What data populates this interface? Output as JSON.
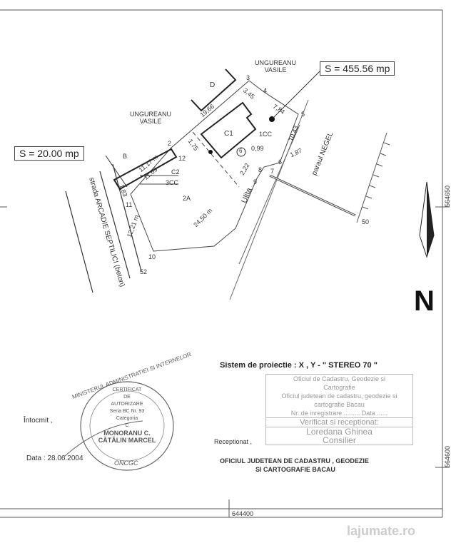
{
  "plan": {
    "area_main": "S = 455.56 mp",
    "area_small": "S = 20.00 mp",
    "neighbors": [
      {
        "name": "UNGUREANU",
        "sub": "VASILE"
      },
      {
        "name": "UNGUREANU",
        "sub": "VASILE"
      }
    ],
    "street": "strada ARCADIE SEPTILICI (beton)",
    "lane": "Ulita",
    "stream": "paraul NEGEL",
    "buildings": [
      "D",
      "C1",
      "1CC",
      "B",
      "C2",
      "3CC",
      "2A"
    ],
    "parcel_number": "6",
    "points": [
      "2",
      "3",
      "4",
      "5",
      "6",
      "7",
      "8",
      "9",
      "10",
      "11",
      "12",
      "50",
      "52"
    ],
    "distances": [
      "3,45",
      "7,84",
      "19,66",
      "10,43",
      "1,87",
      "0,99",
      "2,22",
      "1,75",
      "11,17 m",
      "11,69",
      "1,83",
      "12,21 m",
      "24,50 m"
    ]
  },
  "coordinates": {
    "y_top": "564650",
    "y_bottom": "564600",
    "x_bottom": "644400"
  },
  "north": "N",
  "projection": "Sistem de proiectie : X , Y - \" STEREO 70 \"",
  "reception_box": {
    "line1": "Oficiul de Cadastru, Geodezie si",
    "line2": "Cartografie",
    "line3": "Oficiul judetean de cadastru, geodezie si",
    "line4": "cartografie Bacau",
    "line5": "Nr. de inregistrare ......... Data ......",
    "line6": "Verificat si receptionat:",
    "line7": "Loredana Ghinea",
    "line8": "Consilier"
  },
  "stamp": {
    "ring": "MINISTERUL ADMINISTRATIEI SI INTERNELOR",
    "bottom": "ONCGC",
    "lines": [
      "CERTIFICAT",
      "DE",
      "AUTORIZARE",
      "Seria BC Nr. 93",
      "Categoria",
      "C",
      "MONORANU C.",
      "CĂTĂLIN MARCEL"
    ]
  },
  "footer": {
    "intocmit": "Întocmit ,",
    "date": "Data : 28.06.2004",
    "receptionat": "Receptionat ,",
    "office1": "OFICIUL JUDETEAN DE CADASTRU , GEODEZIE",
    "office2": "SI CARTOGRAFIE BACAU"
  },
  "watermark": "lajumate.ro"
}
